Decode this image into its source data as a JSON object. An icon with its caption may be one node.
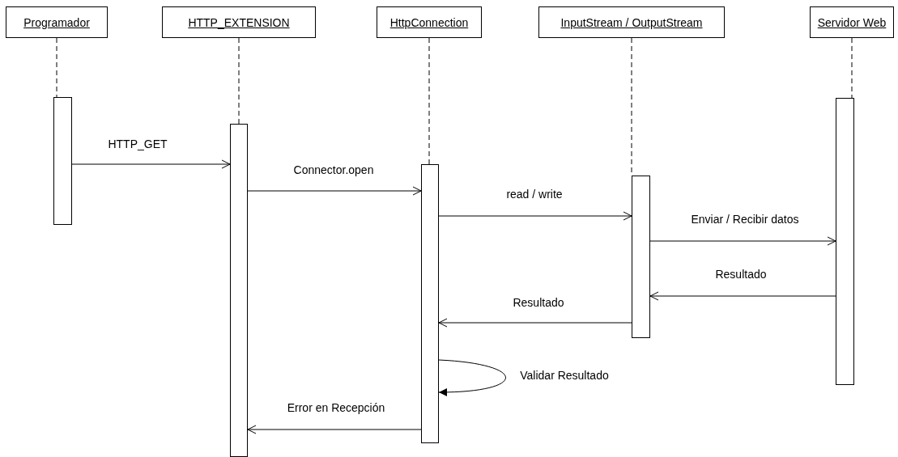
{
  "diagram": {
    "nodes": [
      {
        "text": [
          "Programador"
        ]
      },
      {
        "text": [
          "HTTP_EXTENSION"
        ]
      },
      {
        "text": [
          "HttpConnection"
        ]
      },
      {
        "text": [
          "InputStream / OutputStream"
        ]
      },
      {
        "text": [
          "Servidor Web"
        ]
      },
      {
        "text": [],
        "shape": "bar"
      },
      {
        "text": [],
        "shape": "bar"
      },
      {
        "text": [],
        "shape": "bar"
      },
      {
        "text": [],
        "shape": "bar"
      },
      {
        "text": [],
        "shape": "bar"
      }
    ],
    "edges": [
      {
        "from": 0,
        "to": 5,
        "arrow": "none",
        "style": "dashed"
      },
      {
        "from": 1,
        "to": 6,
        "arrow": "none",
        "style": "dashed"
      },
      {
        "from": 2,
        "to": 7,
        "arrow": "none",
        "style": "dashed"
      },
      {
        "from": 3,
        "to": 8,
        "arrow": "none",
        "style": "dashed"
      },
      {
        "from": 4,
        "to": 9,
        "arrow": "none",
        "style": "dashed"
      },
      {
        "from": 5,
        "to": 6,
        "arrow": "to",
        "label": "HTTP_GET"
      },
      {
        "from": 6,
        "to": 7,
        "arrow": "to",
        "label": "Connector.open"
      },
      {
        "from": 7,
        "to": 8,
        "arrow": "to",
        "label": "read / write"
      },
      {
        "from": 8,
        "to": 9,
        "arrow": "to",
        "label": "Enviar / Recibir datos"
      },
      {
        "from": 9,
        "to": 8,
        "arrow": "to",
        "label": "Resultado"
      },
      {
        "from": 8,
        "to": 7,
        "arrow": "to",
        "label": "Resultado"
      },
      {
        "from": 7,
        "to": 7,
        "arrow": "to",
        "label": "Validar Resultado"
      },
      {
        "from": 7,
        "to": 6,
        "arrow": "to",
        "label": "Error en Recepción"
      }
    ]
  }
}
